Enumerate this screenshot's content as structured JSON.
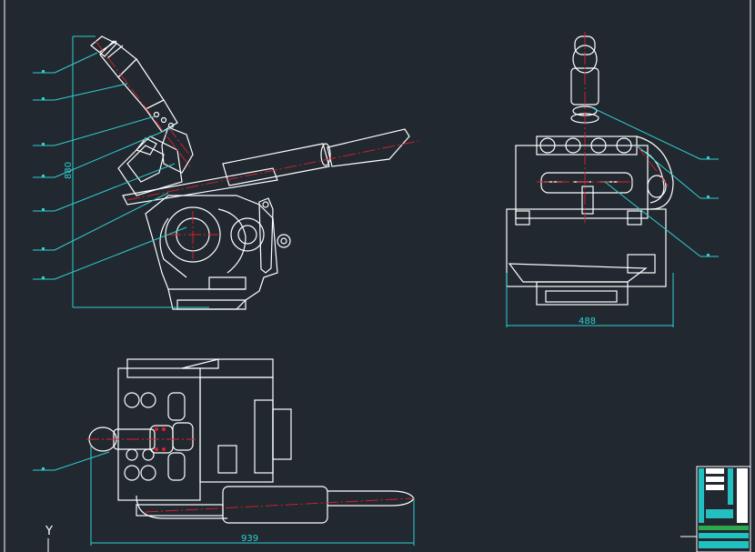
{
  "dimensions": {
    "height_front": "880",
    "width_side": "488",
    "length_top": "939"
  },
  "axis": {
    "y_label": "Y"
  },
  "colors": {
    "background": "#212830",
    "outline": "#ffffff",
    "centerline": "#e0202a",
    "dimension": "#2fd0d0",
    "title_block_fill": "#22c0c0",
    "title_block_accent": "#2ea84a"
  }
}
